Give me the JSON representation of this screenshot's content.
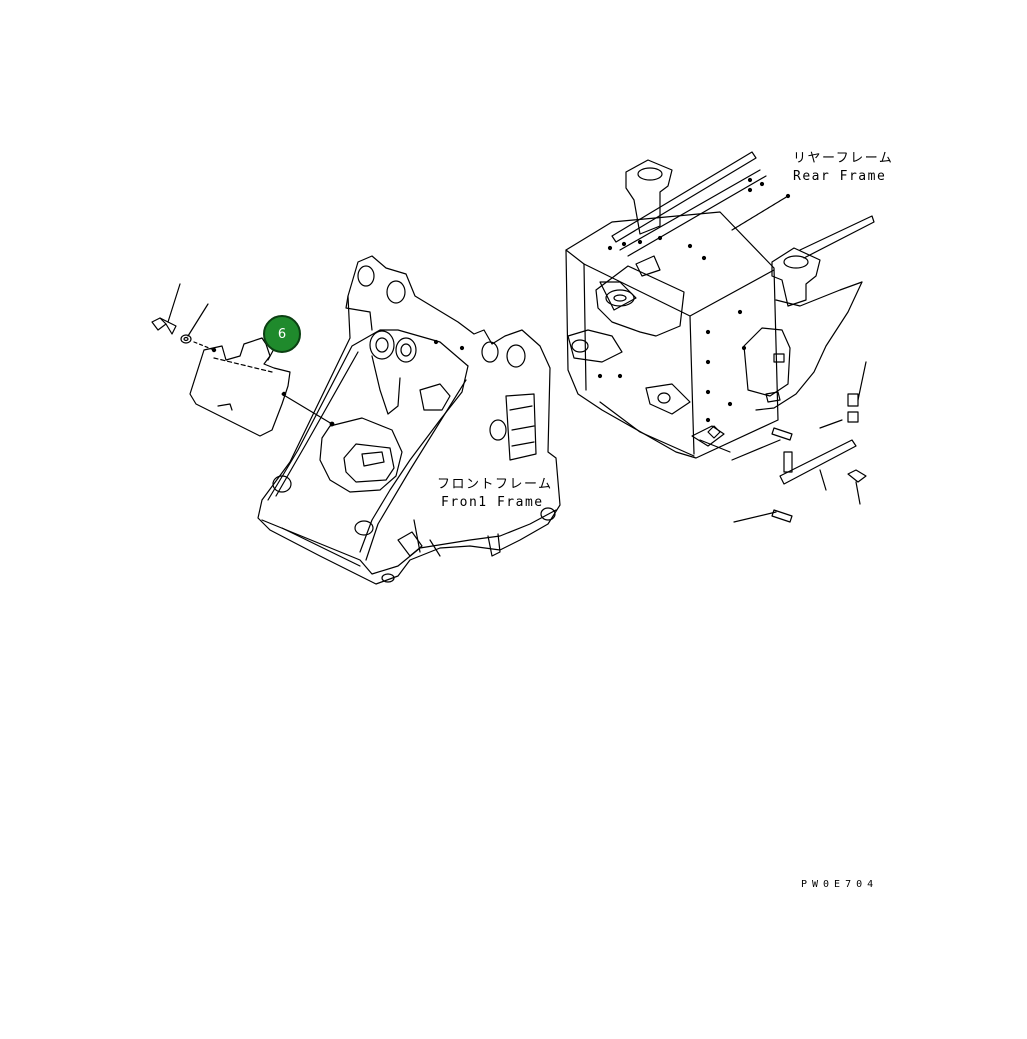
{
  "labels": {
    "rear_frame_jp": "リヤーフレーム",
    "rear_frame_en": "Rear Frame",
    "front_frame_jp": "フロントフレーム",
    "front_frame_en": "Fron1 Frame"
  },
  "callouts": [
    {
      "number": "6",
      "color": "#1f8a2c"
    }
  ],
  "drawing_code": "PW0E704"
}
